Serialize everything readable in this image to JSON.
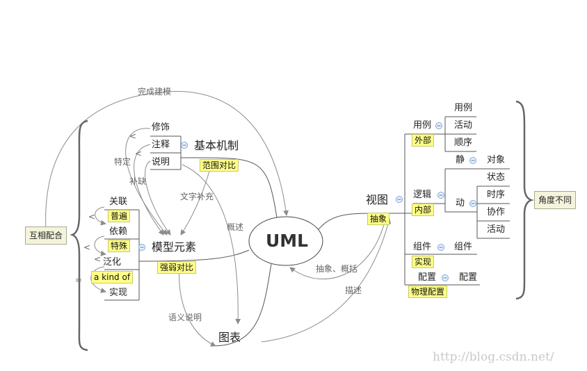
{
  "center": "UML",
  "branches": {
    "view": {
      "label": "视图",
      "tag": "抽象",
      "usecase": {
        "label": "用例",
        "tag": "外部",
        "children": [
          "用例",
          "活动",
          "顺序"
        ]
      },
      "logic": {
        "label": "逻辑",
        "tag": "内部",
        "static": {
          "label": "静",
          "children": [
            "对象"
          ]
        },
        "dynamic": {
          "label": "动",
          "children": [
            "状态",
            "时序",
            "协作",
            "活动"
          ]
        }
      },
      "component": {
        "label": "组件",
        "tag": "实现",
        "children": [
          "组件"
        ]
      },
      "deploy": {
        "label": "配置",
        "tag": "物理配置",
        "children": [
          "配置"
        ]
      }
    },
    "mechanism": {
      "label": "基本机制",
      "tag": "范围对比",
      "children": [
        "修饰",
        "注释",
        "说明"
      ]
    },
    "model": {
      "label": "模型元素",
      "tag": "强弱对比",
      "children": [
        {
          "label": "关联",
          "tag": "普遍"
        },
        {
          "label": "依赖",
          "tag": "特殊"
        },
        {
          "label": "泛化",
          "tag": "a kind of"
        },
        {
          "label": "实现"
        }
      ]
    },
    "diagram": {
      "label": "图表"
    }
  },
  "notes": {
    "complete": "完成建模",
    "specify": "特定",
    "supplement": "补缺",
    "text_supplement": "文字补充",
    "overview": "概述",
    "semantic": "语义说明",
    "abstract_summary": "抽象、概括",
    "describe": "描述",
    "lt1": "<",
    "lt2": "<",
    "lt3": "<",
    "lt4": "<",
    "lt5": "<",
    "eq": "="
  },
  "boxes": {
    "mutual": "互相配合",
    "angle": "角度不同"
  },
  "watermark": "http://blog.csdn.net/",
  "colors": {
    "line": "#888888",
    "tag_bg": "#ffff88",
    "box_bg": "#f4f4dc",
    "collapse": "#7aa6d8"
  }
}
